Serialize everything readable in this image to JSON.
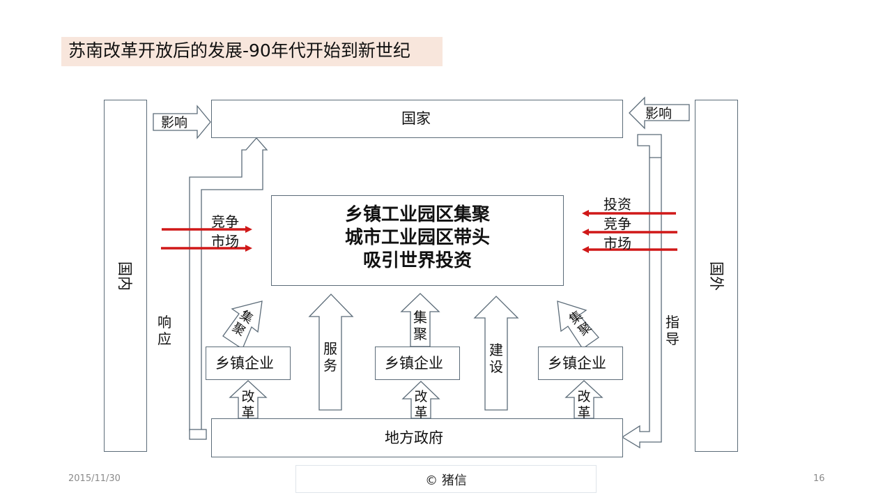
{
  "slide": {
    "title": "苏南改革开放后的发展-90年代开始到新世纪",
    "date": "2015/11/30",
    "page_number": "16",
    "copyright": "© 猪信"
  },
  "diagram": {
    "national": "国家",
    "local_government": "地方政府",
    "domestic": "国内",
    "foreign": "国外",
    "influence_left": "影响",
    "influence_right": "影响",
    "respond": [
      "响",
      "应"
    ],
    "guide": [
      "指",
      "导"
    ],
    "center_lines": [
      "乡镇工业园区集聚",
      "城市工业园区带头",
      "吸引世界投资"
    ],
    "left_arrows": [
      "竞争",
      "市场"
    ],
    "right_arrows": [
      "投资",
      "竞争",
      "市场"
    ],
    "enterprises": [
      "乡镇企业",
      "乡镇企业",
      "乡镇企业"
    ],
    "reform": [
      "改",
      "革"
    ],
    "gather": [
      "集",
      "聚"
    ],
    "service": [
      "服",
      "务"
    ],
    "construction": [
      "建",
      "设"
    ],
    "colors": {
      "red_arrow": "#d01818",
      "outline": "#5b6b78",
      "title_bg": "#f8e6dc"
    }
  }
}
